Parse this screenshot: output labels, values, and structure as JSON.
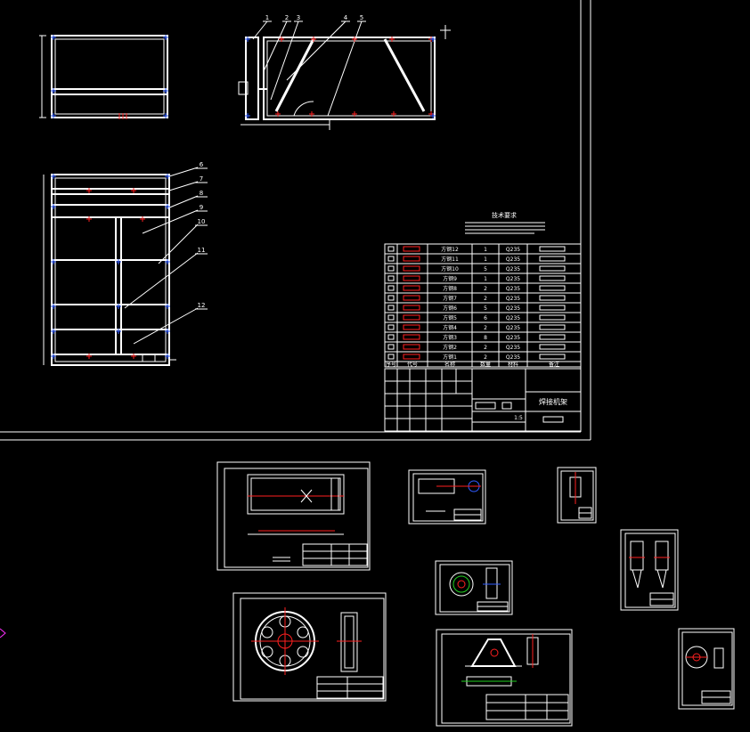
{
  "colors": {
    "background": "#000000",
    "line": "#ffffff",
    "accent_red": "#ff2020",
    "accent_blue": "#2f5bff",
    "accent_green": "#20d020",
    "accent_yellow": "#e8d020",
    "accent_magenta": "#ff30ff"
  },
  "main_sheet": {
    "callouts": [
      "1",
      "2",
      "3",
      "4",
      "5",
      "6",
      "7",
      "8",
      "9",
      "10",
      "11",
      "12"
    ],
    "tech_title": "技术要求",
    "title_block": {
      "drawing_name": "焊接机架",
      "scale": "1:5"
    },
    "parts_list": {
      "headers": [
        "序号",
        "代号",
        "名称",
        "数量",
        "材料",
        "备注"
      ],
      "rows": [
        {
          "name": "方钢12",
          "qty": "1",
          "material": "Q235"
        },
        {
          "name": "方钢11",
          "qty": "1",
          "material": "Q235"
        },
        {
          "name": "方钢10",
          "qty": "5",
          "material": "Q235"
        },
        {
          "name": "方钢9",
          "qty": "1",
          "material": "Q235"
        },
        {
          "name": "方钢8",
          "qty": "2",
          "material": "Q235"
        },
        {
          "name": "方钢7",
          "qty": "2",
          "material": "Q235"
        },
        {
          "name": "方钢6",
          "qty": "5",
          "material": "Q235"
        },
        {
          "name": "方钢5",
          "qty": "6",
          "material": "Q235"
        },
        {
          "name": "方钢4",
          "qty": "2",
          "material": "Q235"
        },
        {
          "name": "方钢3",
          "qty": "8",
          "material": "Q235"
        },
        {
          "name": "方钢2",
          "qty": "2",
          "material": "Q235"
        },
        {
          "name": "方钢1",
          "qty": "2",
          "material": "Q235"
        }
      ]
    }
  },
  "sub_sheets": [
    {
      "id": "plate-drawing"
    },
    {
      "id": "bracket-drawing"
    },
    {
      "id": "small-part-drawing"
    },
    {
      "id": "clamp-drawing"
    },
    {
      "id": "flange-drawing"
    },
    {
      "id": "disc-drawing"
    },
    {
      "id": "arch-bracket-drawing"
    },
    {
      "id": "small-flange-drawing"
    }
  ]
}
